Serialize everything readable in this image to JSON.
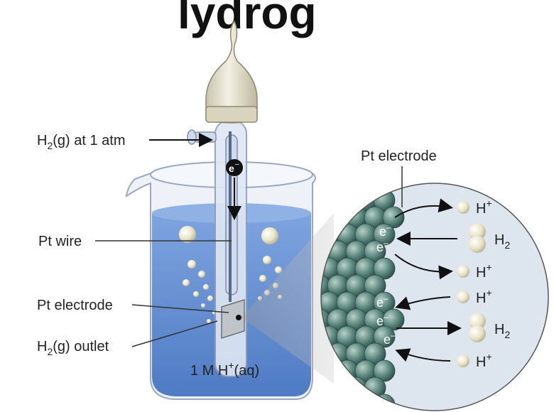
{
  "title_fragment": "lydrog",
  "labels": {
    "h2_gas": "H",
    "h2_gas_sub": "2",
    "h2_gas_rest": "(g) at 1 atm",
    "pt_wire": "Pt wire",
    "pt_electrode_left": "Pt electrode",
    "h2_outlet": "H",
    "h2_outlet_sub": "2",
    "h2_outlet_rest": "(g) outlet",
    "solution": "1 M H",
    "solution_sup": "+",
    "solution_rest": "(aq)",
    "pt_electrode_zoom": "Pt electrode",
    "electron": "e",
    "electron_sup": "–"
  },
  "zoom_species": [
    {
      "symbol": "H",
      "sup": "+",
      "sub": ""
    },
    {
      "symbol": "H",
      "sup": "",
      "sub": "2"
    },
    {
      "symbol": "H",
      "sup": "+",
      "sub": ""
    },
    {
      "symbol": "H",
      "sup": "+",
      "sub": ""
    },
    {
      "symbol": "H",
      "sup": "",
      "sub": "2"
    },
    {
      "symbol": "H",
      "sup": "+",
      "sub": ""
    }
  ],
  "colors": {
    "solution": "#6f97d6",
    "glass": "#dde6f3",
    "metal_surface": "#5f8a82",
    "bulb": "#e6e3d2",
    "bubble": "#e9e4c8"
  }
}
